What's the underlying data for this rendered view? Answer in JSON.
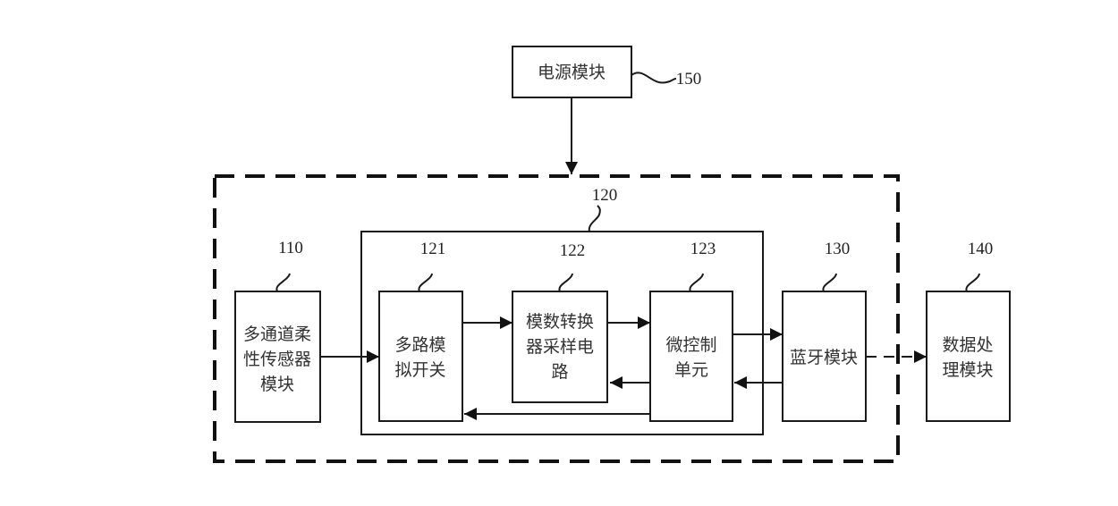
{
  "diagram": {
    "power": {
      "ref": "150",
      "lines": [
        "电源模块"
      ]
    },
    "system_ref": "120",
    "sensor": {
      "ref": "110",
      "lines": [
        "多通道柔",
        "性传感器",
        "模块"
      ]
    },
    "mux": {
      "ref": "121",
      "lines": [
        "多路模",
        "拟开关"
      ]
    },
    "adc": {
      "ref": "122",
      "lines": [
        "模数转换",
        "器采样电",
        "路"
      ]
    },
    "mcu": {
      "ref": "123",
      "lines": [
        "微控制",
        "单元"
      ]
    },
    "bluetooth": {
      "ref": "130",
      "lines": [
        "蓝牙模块"
      ]
    },
    "processing": {
      "ref": "140",
      "lines": [
        "数据处",
        "理模块"
      ]
    }
  }
}
